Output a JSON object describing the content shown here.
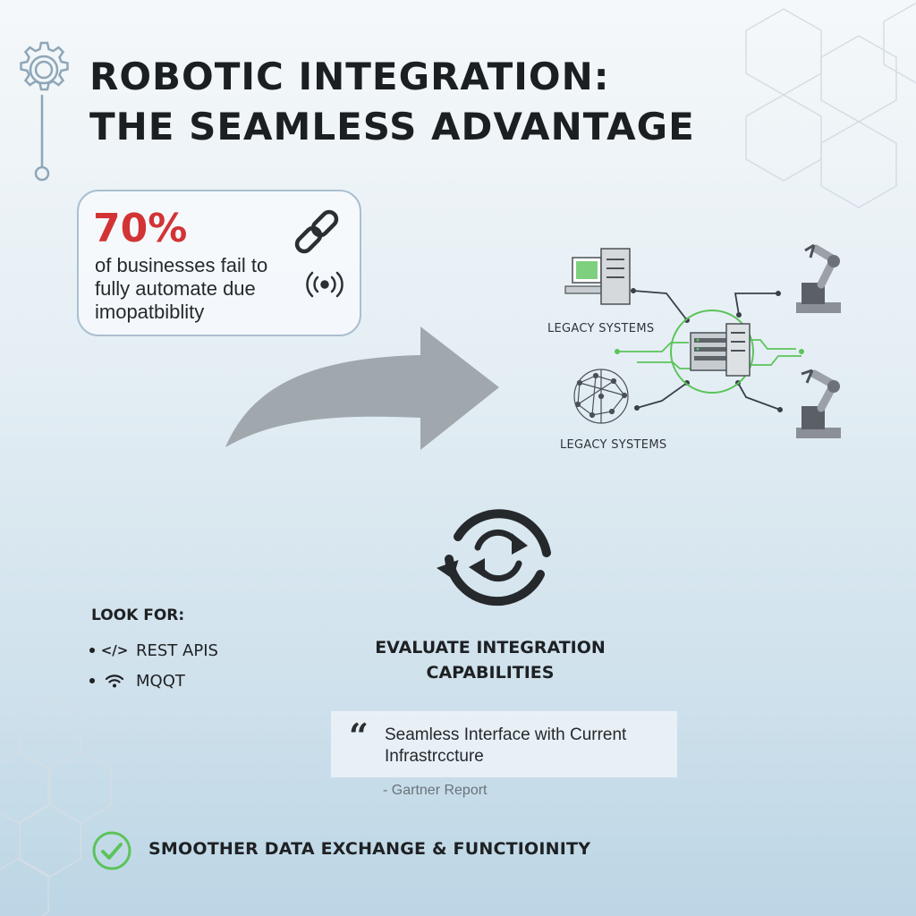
{
  "title": {
    "line1": "ROBOTIC INTEGRATION:",
    "line2": "THE SEAMLESS ADVANTAGE"
  },
  "stat": {
    "value": "70%",
    "line1": "of businesses fail to",
    "line2": "fully automate due",
    "line3": "imopatbiblity"
  },
  "diagram": {
    "top_label": "LEGACY SYSTEMS",
    "bottom_label": "LEGACY SYSTEMS"
  },
  "look_for": {
    "title": "LOOK FOR:",
    "items": [
      {
        "icon": "code-icon",
        "glyph": "</>",
        "label": "REST APIS"
      },
      {
        "icon": "wifi-icon",
        "glyph": "",
        "label": "MQQT"
      }
    ]
  },
  "evaluate": {
    "line1": "EVALUATE INTEGRATION",
    "line2": "CAPABILITIES"
  },
  "quote": {
    "mark": "“",
    "text_line1": "Seamless Interface with Current",
    "text_line2": "Infrastrccture",
    "source": "- Gartner Report"
  },
  "bottom": {
    "text": "SMOOTHER DATA EXCHANGE & FUNCTIOINITY"
  },
  "colors": {
    "accent_red": "#d23436",
    "accent_green": "#5cc35c",
    "arrow_gray": "#a0a8ae",
    "text_dark": "#1e2124"
  }
}
